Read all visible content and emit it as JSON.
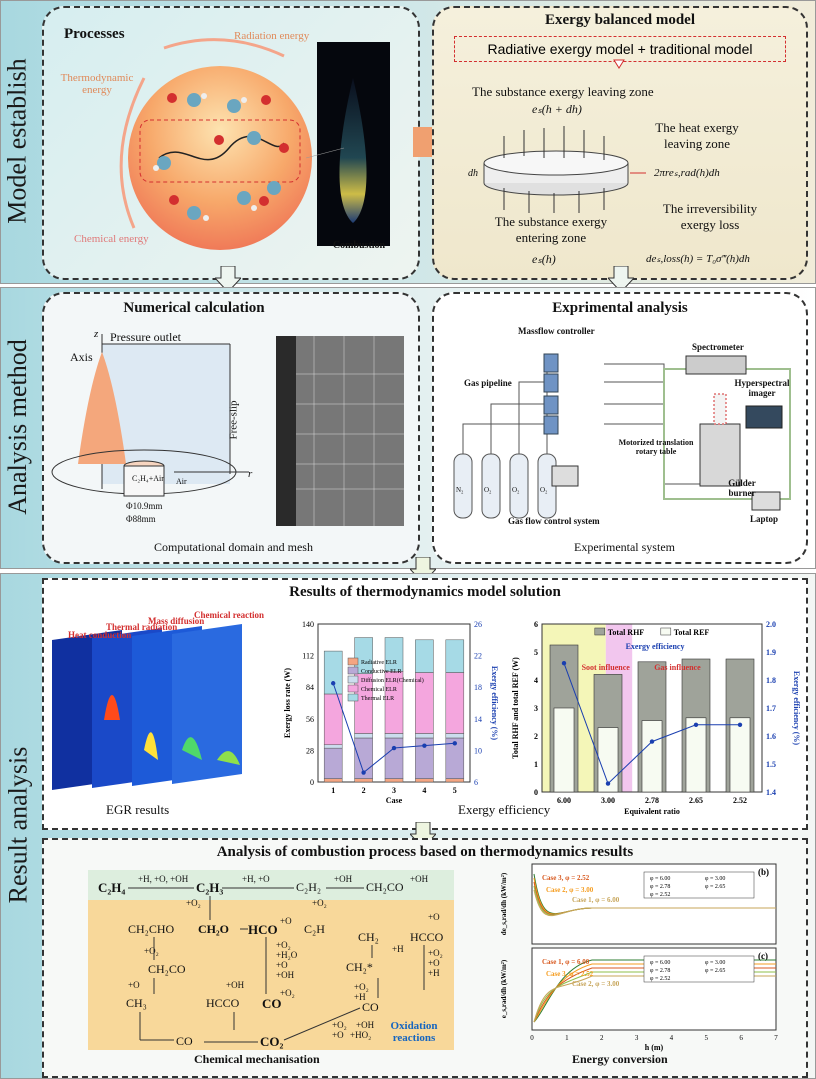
{
  "side_labels": {
    "row1": "Model establish",
    "row2": "Analysis method",
    "row3": "Result analysis"
  },
  "processes": {
    "title": "Processes",
    "radiation": "Radiation energy",
    "thermo": "Thermodynamic energy",
    "chemical": "Chemical energy",
    "combustion": "Combustion"
  },
  "exergy": {
    "title": "Exergy balanced model",
    "box": "Radiative exergy model + traditional model",
    "leaving": "The substance exergy leaving zone",
    "leaving_eq": "eₛ(h + dh)",
    "heat": "The heat exergy leaving zone",
    "heat_eq": "2πreₛ,rad(h)dh",
    "entering": "The substance exergy entering zone",
    "entering_eq": "eₛ(h)",
    "irr": "The irreversibility exergy loss",
    "irr_eq": "deₛ,loss(h) = T₀σ‴(h)dh",
    "dh": "dh"
  },
  "numerical": {
    "title": "Numerical calculation",
    "pressure": "Pressure outlet",
    "axis": "Axis",
    "freeslip": "Free-slip",
    "fuel": "C₂H₄+Air",
    "air": "Air",
    "d1": "Φ10.9mm",
    "d2": "Φ88mm",
    "z": "z",
    "r": "r",
    "caption": "Computational domain and mesh"
  },
  "experimental": {
    "title": "Exprimental analysis",
    "mfc": "Massflow controller",
    "spectrometer": "Spectrometer",
    "pipeline": "Gas pipeline",
    "hyper": "Hyperspectral imager",
    "motor": "Motorized translation rotary table",
    "gulder": "Gülder burner",
    "gasctrl": "Gas flow control system",
    "laptop": "Laptop",
    "cyl": [
      "N₂",
      "O₂",
      "O₂",
      "O₂"
    ],
    "caption": "Experimental system"
  },
  "results": {
    "title": "Results of thermodynamics model solution",
    "egr_cap": "EGR results",
    "eff_cap": "Exergy efficiency",
    "layers": [
      "Heat conduction",
      "Thermal radiation",
      "Mass diffusion",
      "Chemical reaction"
    ]
  },
  "chart_data": [
    {
      "type": "bar",
      "categories": [
        "1",
        "2",
        "3",
        "4",
        "5"
      ],
      "xlabel": "Case",
      "ylabel": "Exergy loss rate (W)",
      "y2label": "Exergy efficiency (%)",
      "ylim": [
        0,
        140
      ],
      "y2lim": [
        6,
        26
      ],
      "yticks": [
        0,
        28,
        56,
        84,
        112,
        140
      ],
      "y2ticks": [
        6,
        10,
        14,
        18,
        22,
        26
      ],
      "series": [
        {
          "name": "Radiative ELR",
          "values": [
            3,
            3,
            3,
            3,
            3
          ],
          "color": "#f4a582"
        },
        {
          "name": "Conductive ELR",
          "values": [
            27,
            36,
            36,
            36,
            36
          ],
          "color": "#b8a9d6"
        },
        {
          "name": "Diffusion ELR(Chemical)",
          "values": [
            3,
            4,
            4,
            4,
            4
          ],
          "color": "#ccddee"
        },
        {
          "name": "Chemical ELR",
          "values": [
            45,
            53,
            55,
            54,
            54
          ],
          "color": "#f4a6de"
        },
        {
          "name": "Thermal ELR",
          "values": [
            38,
            32,
            30,
            29,
            29
          ],
          "color": "#a6dae6"
        }
      ],
      "line": {
        "name": "Exergy efficiency",
        "values": [
          18.5,
          7.2,
          10.3,
          10.6,
          10.9
        ]
      }
    },
    {
      "type": "bar",
      "categories": [
        "6.00",
        "3.00",
        "2.78",
        "2.65",
        "2.52"
      ],
      "xlabel": "Equivalent ratio",
      "ylabel": "Total RHF and total REF (W)",
      "y2label": "Exergy efficiency (%)",
      "ylim": [
        0,
        6
      ],
      "y2lim": [
        1.4,
        2.0
      ],
      "yticks": [
        0,
        1,
        2,
        3,
        4,
        5,
        6
      ],
      "y2ticks": [
        1.4,
        1.5,
        1.6,
        1.7,
        1.8,
        1.9,
        2.0
      ],
      "series": [
        {
          "name": "Total RHF",
          "values": [
            5.25,
            4.2,
            4.65,
            4.75,
            4.75
          ]
        },
        {
          "name": "Total REF",
          "values": [
            3.0,
            2.3,
            2.55,
            2.65,
            2.65
          ]
        }
      ],
      "line": {
        "name": "Exergy efficiency",
        "values": [
          1.86,
          1.43,
          1.58,
          1.64,
          1.64
        ]
      },
      "annotations": [
        "Soot influence",
        "Gas influence"
      ]
    }
  ],
  "analysis": {
    "title": "Analysis of combustion process based on thermodynamics results",
    "mech_cap": "Chemical mechanisation",
    "energy_cap": "Energy conversion",
    "oxid": "Oxidation reactions",
    "species": {
      "c2h4": "C₂H₄",
      "c2h3": "C₂H₃",
      "c2h2": "C₂H₂",
      "ch2co": "CH₂CO",
      "ch2cho": "CH₂CHO",
      "ch2o": "CH₂O",
      "hco": "HCO",
      "c2h": "C₂H",
      "hcco": "HCCO",
      "ch2": "CH₂",
      "ch2co2": "CH₂CO",
      "ch2s": "CH₂*",
      "ch3": "CH₃",
      "hcco2": "HCCO",
      "co1": "CO",
      "co2a": "CO",
      "co3": "CO",
      "co4": "CO",
      "co2": "CO₂"
    },
    "rx": {
      "r1": "+H, +O, +OH",
      "r2": "+H, +O",
      "r3": "+OH",
      "r4": "+OH",
      "r5": "+O₂",
      "r6": "+O₂",
      "r7": "+O",
      "r8": "+O₂",
      "r9": "+H",
      "r10": "+O",
      "r11": "+O₂",
      "r12": "+H₂O",
      "r13": "+O",
      "r14": "+OH",
      "r15": "+O₂",
      "r16": "+O",
      "r17": "+H",
      "r18": "+O",
      "r19": "+O₂",
      "r20": "+OH",
      "r21": "+H",
      "r22": "+O₂",
      "r23": "+O₂",
      "r24": "+OH",
      "r25": "+O",
      "r26": "+HO₂"
    },
    "plot_b": {
      "label": "(b)",
      "ylabel": "de_s,rad/dh (kW/m²)",
      "case1": "Case 1, φ = 6.00",
      "case2": "Case 2, φ = 3.00",
      "case3": "Case 3, φ = 2.52",
      "legend": [
        "φ = 6.00",
        "φ = 3.00",
        "φ = 2.78",
        "φ = 2.65",
        "φ = 2.52"
      ]
    },
    "plot_c": {
      "label": "(c)",
      "ylabel": "e_s,rad/dh (kW/m²)",
      "case1": "Case 1, φ = 6.00",
      "case2": "Case 2, φ = 3.00",
      "case3": "Case 3, φ = 2.52",
      "legend": [
        "φ = 6.00",
        "φ = 3.00",
        "φ = 2.78",
        "φ = 2.65",
        "φ = 2.52"
      ]
    },
    "xlabel": "h (m)",
    "xticks": [
      "0",
      "1",
      "2",
      "3",
      "4",
      "5",
      "6",
      "7"
    ]
  }
}
